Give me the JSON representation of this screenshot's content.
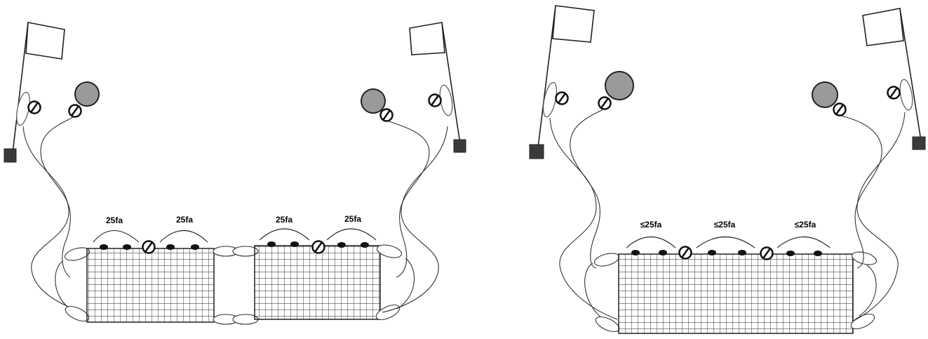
{
  "panels": [
    {
      "name": "two-net-string",
      "labels": [
        "25fa",
        "25fa",
        "25fa",
        "25fa"
      ]
    },
    {
      "name": "single-net",
      "labels": [
        "≤25fa",
        "≤25fa",
        "≤25fa"
      ]
    }
  ],
  "colors": {
    "ink": "#222222",
    "buoy": "#9a9a9a",
    "anchor": "#3a3a3a",
    "float": "#ffffff"
  },
  "icons": [
    "flag-icon",
    "buoy-icon",
    "anchor-icon",
    "float-icon",
    "crossed-circle-icon",
    "weight-icon"
  ]
}
